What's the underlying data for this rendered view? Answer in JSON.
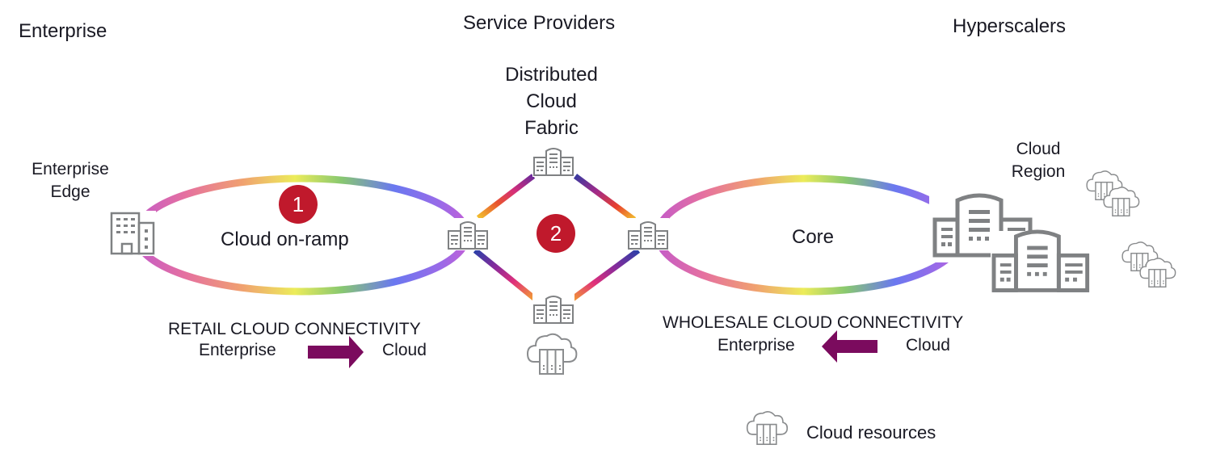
{
  "sections": {
    "enterprise": "Enterprise",
    "service_providers": "Service Providers",
    "hyperscalers": "Hyperscalers"
  },
  "nodes": {
    "enterprise_edge": [
      "Enterprise",
      "Edge"
    ],
    "distributed_fabric": [
      "Distributed",
      "Cloud",
      "Fabric"
    ],
    "cloud_region": [
      "Cloud",
      "Region"
    ]
  },
  "rings": {
    "left": {
      "label": "Cloud on-ramp",
      "badge": "1"
    },
    "right": {
      "label": "Core"
    }
  },
  "mesh": {
    "badge": "2"
  },
  "retail": {
    "title": "RETAIL CLOUD CONNECTIVITY",
    "from": "Enterprise",
    "to": "Cloud",
    "direction": "enterprise-to-cloud"
  },
  "wholesale": {
    "title": "WHOLESALE CLOUD CONNECTIVITY",
    "from": "Enterprise",
    "to": "Cloud",
    "direction": "cloud-to-enterprise"
  },
  "legend": {
    "icon": "cloud-server-icon",
    "label": "Cloud resources"
  },
  "colors": {
    "badge": "#c0192c",
    "arrow": "#7b0b5e",
    "icon": "#7f8183",
    "text": "#1a1a24"
  }
}
